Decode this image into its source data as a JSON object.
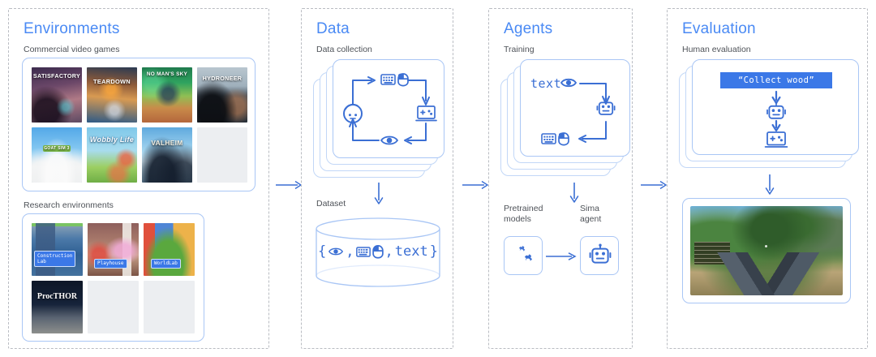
{
  "colors": {
    "accent": "#4a8af4",
    "icon_blue": "#3b6fd4",
    "chip_blue": "#3b78e7",
    "panel_border": "#a9c6f5",
    "dashed_border": "#b9bcc2",
    "subtitle": "#4e5258",
    "placeholder": "#eceef1"
  },
  "columns": [
    {
      "id": "environments",
      "title": "Environments",
      "subtitle": "Commercial video games",
      "section2_label": "Research environments",
      "commercial_games": [
        {
          "name": "Satisfactory",
          "label": "SATISFACTORY"
        },
        {
          "name": "Teardown",
          "label": "TEARDOWN"
        },
        {
          "name": "No Man's Sky",
          "label": "NO MAN'S SKY"
        },
        {
          "name": "Hydroneer",
          "label": "HYDRONEER"
        },
        {
          "name": "Goat Simulator 3",
          "label": "GOAT SIM 3"
        },
        {
          "name": "Wobbly Life",
          "label": "Wobbly Life"
        },
        {
          "name": "Valheim",
          "label": "VALHEIM"
        },
        {
          "name": "empty",
          "label": ""
        }
      ],
      "research_environments": [
        {
          "name": "Construction Lab",
          "label": "Construction\nLab"
        },
        {
          "name": "Playhouse",
          "label": "Playhouse"
        },
        {
          "name": "WorldLab",
          "label": "WorldLab"
        },
        {
          "name": "ProcTHOR",
          "label": "ProcTHOR"
        },
        {
          "name": "empty",
          "label": ""
        },
        {
          "name": "empty",
          "label": ""
        }
      ]
    },
    {
      "id": "data",
      "title": "Data",
      "subtitle": "Data collection",
      "dataset_label": "Dataset",
      "loop_icons": [
        "keyboard-icon",
        "mouse-icon",
        "game-screen-icon",
        "eye-icon",
        "person-icon"
      ],
      "dataset_contents": {
        "open_brace": "{",
        "comma1": ",",
        "comma2": ",",
        "text_token": "text",
        "close_brace": "}",
        "icons": [
          "eye-icon",
          "keyboard-icon",
          "mouse-icon"
        ]
      }
    },
    {
      "id": "agents",
      "title": "Agents",
      "subtitle": "Training",
      "training_text_token": "text",
      "training_icons": [
        "eye-icon",
        "robot-icon",
        "keyboard-icon",
        "mouse-icon"
      ],
      "pretrained_caption": "Pretrained\nmodels",
      "sima_caption": "Sima\nagent",
      "pretrained_icon": "gears-icon",
      "sima_icon": "robot-icon"
    },
    {
      "id": "evaluation",
      "title": "Evaluation",
      "subtitle": "Human evaluation",
      "instruction": "“Collect wood”",
      "flow_icons": [
        "robot-icon",
        "game-screen-icon"
      ],
      "result_image_name": "gameplay-screenshot"
    }
  ],
  "flow_arrows": [
    {
      "from": "environments",
      "to": "data"
    },
    {
      "from": "data",
      "to": "agents"
    },
    {
      "from": "agents",
      "to": "evaluation"
    }
  ]
}
